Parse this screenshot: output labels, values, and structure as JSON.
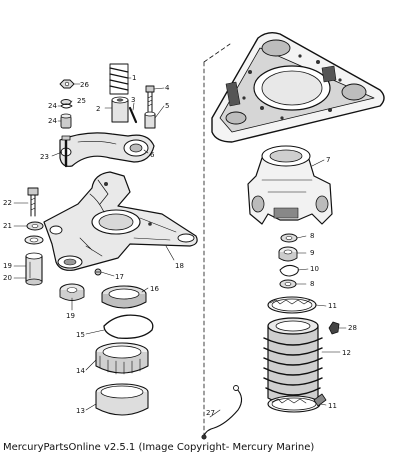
{
  "caption": "MercuryPartsOnline v2.5.1 (Image Copyright- Mercury Marine)",
  "callouts": [
    "26",
    "25",
    "24",
    "24",
    "1",
    "2",
    "3",
    "4",
    "5",
    "6",
    "23",
    "22",
    "21",
    "18",
    "19",
    "20",
    "17",
    "16",
    "19",
    "15",
    "14",
    "13",
    "7",
    "8",
    "9",
    "10",
    "8",
    "11",
    "28",
    "12",
    "27",
    "11"
  ]
}
